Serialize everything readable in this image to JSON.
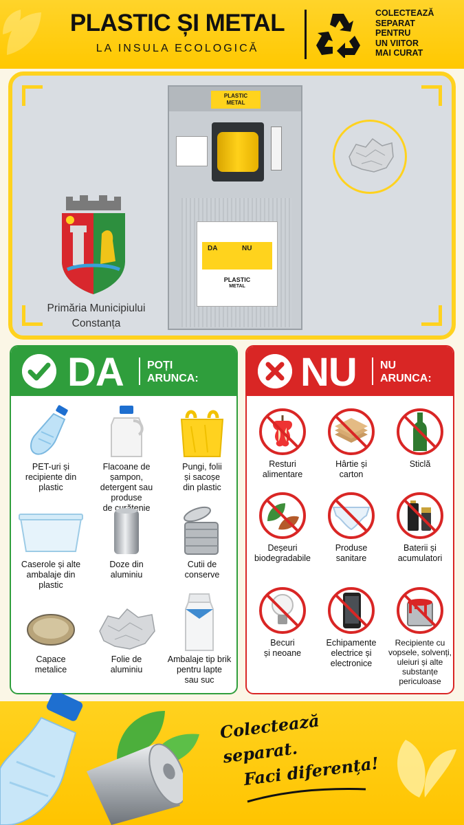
{
  "header": {
    "title": "PLASTIC ȘI METAL",
    "subtitle": "LA INSULA ECOLOGICĂ",
    "slogan_lines": [
      "COLECTEAZĂ",
      "SEPARAT",
      "PENTRU",
      "UN VIITOR",
      "MAI CURAT"
    ]
  },
  "photo": {
    "machine_label_lines": [
      "PLASTIC",
      "METAL"
    ],
    "sticker_lines": [
      "PLASTIC",
      "METAL"
    ],
    "sticker_da": "DA",
    "sticker_nu": "NU",
    "crest_caption_lines": [
      "Primăria Municipiului",
      "Constanța"
    ]
  },
  "da_panel": {
    "big": "DA",
    "small_lines": [
      "POȚI",
      "ARUNCA:"
    ],
    "color": "#2f9e3c",
    "items": [
      {
        "icon": "pet-bottle-icon",
        "label_lines": [
          "PET-uri și",
          "recipiente din",
          "plastic"
        ]
      },
      {
        "icon": "detergent-bottle-icon",
        "label_lines": [
          "Flacoane de șampon,",
          "detergent sau produse",
          "de curățenie"
        ]
      },
      {
        "icon": "plastic-bag-icon",
        "label_lines": [
          "Pungi, folii",
          "și sacoșe",
          "din plastic"
        ]
      },
      {
        "icon": "plastic-container-icon",
        "label_lines": [
          "Caserole și alte",
          "ambalaje din",
          "plastic"
        ]
      },
      {
        "icon": "aluminium-can-icon",
        "label_lines": [
          "Doze din",
          "aluminiu"
        ]
      },
      {
        "icon": "tin-can-icon",
        "label_lines": [
          "Cutii de",
          "conserve"
        ]
      },
      {
        "icon": "metal-cap-icon",
        "label_lines": [
          "Capace",
          "metalice"
        ]
      },
      {
        "icon": "aluminium-foil-icon",
        "label_lines": [
          "Folie de",
          "aluminiu"
        ]
      },
      {
        "icon": "milk-carton-icon",
        "label_lines": [
          "Ambalaje tip brik",
          "pentru lapte",
          "sau suc"
        ]
      }
    ]
  },
  "nu_panel": {
    "big": "NU",
    "small_lines": [
      "NU",
      "ARUNCA:"
    ],
    "color": "#d92625",
    "items": [
      {
        "icon": "apple-core-icon",
        "label_lines": [
          "Resturi",
          "alimentare"
        ]
      },
      {
        "icon": "cardboard-icon",
        "label_lines": [
          "Hârtie și",
          "carton"
        ]
      },
      {
        "icon": "glass-bottle-icon",
        "label_lines": [
          "Sticlă"
        ]
      },
      {
        "icon": "leaves-icon",
        "label_lines": [
          "Deșeuri",
          "biodegradabile"
        ]
      },
      {
        "icon": "diaper-icon",
        "label_lines": [
          "Produse",
          "sanitare"
        ]
      },
      {
        "icon": "battery-icon",
        "label_lines": [
          "Baterii și",
          "acumulatori"
        ]
      },
      {
        "icon": "light-bulb-icon",
        "label_lines": [
          "Becuri",
          "și neoane"
        ]
      },
      {
        "icon": "phone-icon",
        "label_lines": [
          "Echipamente",
          "electrice și",
          "electronice"
        ]
      },
      {
        "icon": "paint-can-icon",
        "label_lines": [
          "Recipiente cu",
          "vopsele, solvenți,",
          "uleiuri și alte",
          "substanțe",
          "periculoase"
        ]
      }
    ]
  },
  "footer": {
    "slogan_lines": [
      "Colectează separat.",
      "Faci diferența!"
    ]
  }
}
